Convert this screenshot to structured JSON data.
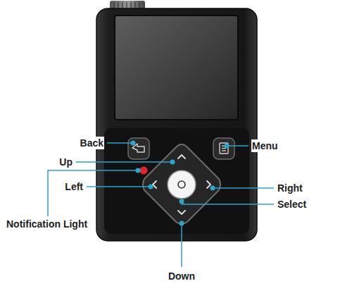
{
  "diagram": {
    "labels": [
      "Back",
      "Up",
      "Left",
      "Notification Light",
      "Menu",
      "Right",
      "Select",
      "Down"
    ]
  }
}
